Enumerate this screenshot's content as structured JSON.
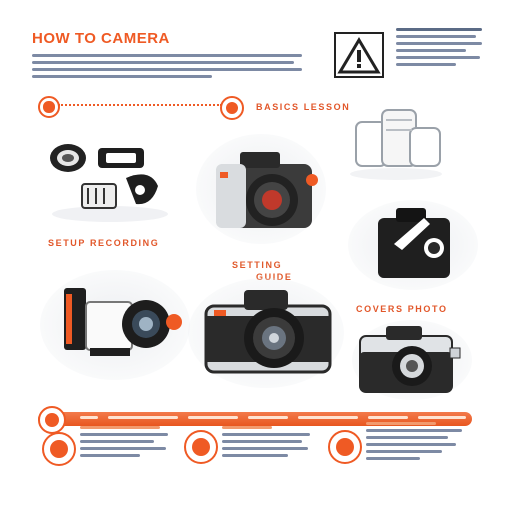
{
  "page": {
    "title": "HOW TO CAMERA",
    "section_top_label": "BASICS LESSON",
    "section_mid_label": "SETUP RECORDING",
    "section_center_label_1": "SETTING",
    "section_center_label_2": "GUIDE",
    "section_right_label": "COVERS PHOTO"
  },
  "colors": {
    "accent": "#ef5a24",
    "text_gray": "#6b7890",
    "camera_body": "#2b2b2b",
    "camera_silver": "#cfd3d8"
  },
  "icons": [
    "warning-icon",
    "step-badge-icon",
    "camera-icon",
    "lens-icon"
  ]
}
